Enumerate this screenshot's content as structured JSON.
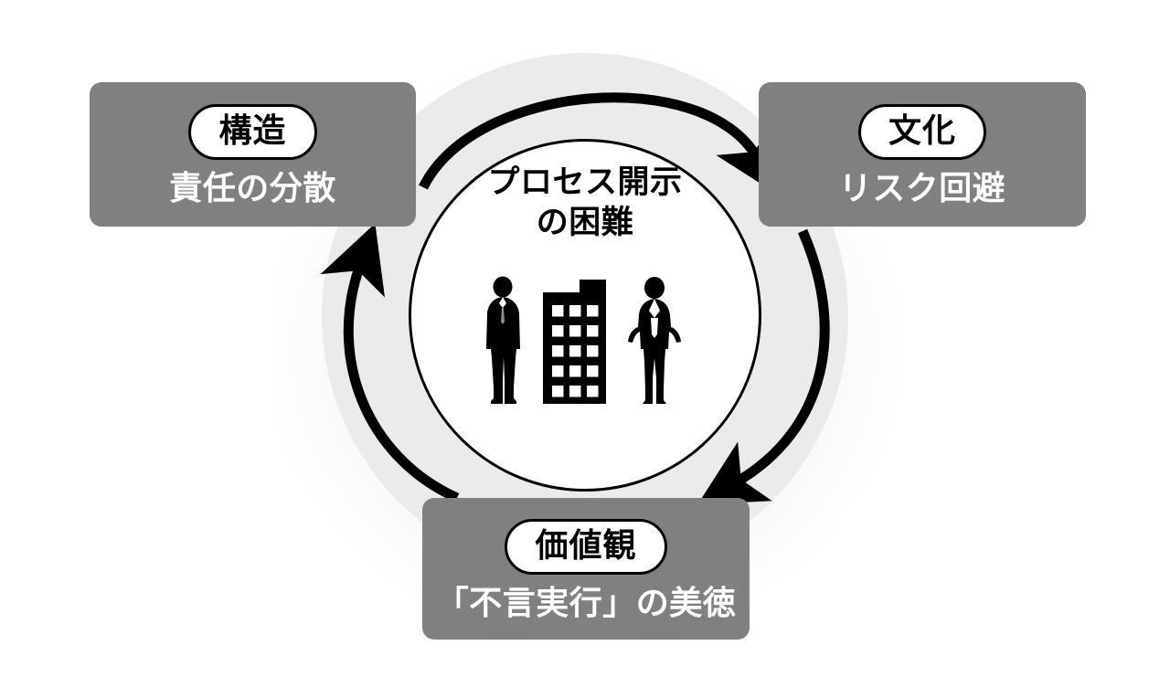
{
  "diagram": {
    "type": "cycle",
    "direction": "clockwise",
    "center": {
      "label_line1": "プロセス開示",
      "label_line2": "の困難",
      "illustration": "two-businesspeople-and-office-building"
    },
    "nodes": [
      {
        "id": "structure",
        "badge": "構造",
        "subtitle": "責任の分散",
        "position": "top-left"
      },
      {
        "id": "culture",
        "badge": "文化",
        "subtitle": "リスク回避",
        "position": "top-right"
      },
      {
        "id": "values",
        "badge": "価値観",
        "subtitle": "「不言実行」の美徳",
        "position": "bottom-center"
      }
    ],
    "arrows": [
      {
        "id": "structure-to-culture",
        "from": "structure",
        "to": "culture"
      },
      {
        "id": "culture-to-values",
        "from": "culture",
        "to": "values"
      },
      {
        "id": "values-to-structure",
        "from": "values",
        "to": "structure"
      }
    ],
    "colors": {
      "node_fill": "#808080",
      "node_text": "#ffffff",
      "badge_fill": "#ffffff",
      "badge_text": "#000000",
      "ring": "#ebebeb",
      "circle_fill": "#ffffff",
      "outline": "#000000",
      "background": "#ffffff"
    }
  }
}
